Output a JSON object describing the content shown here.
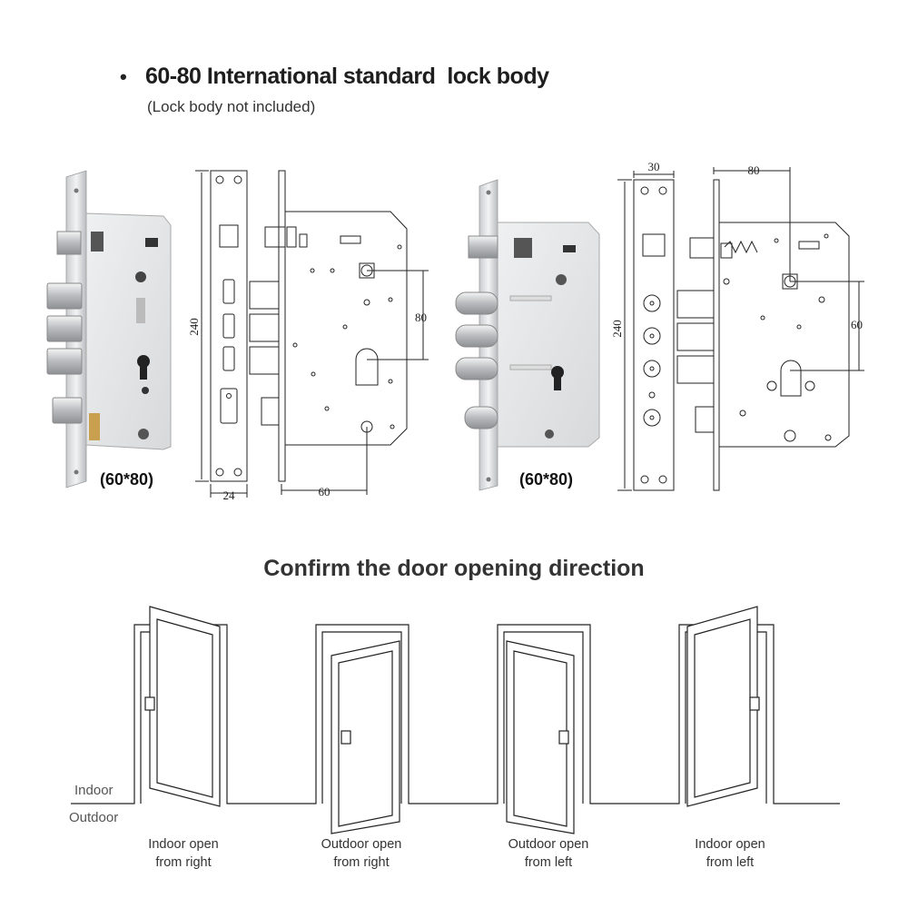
{
  "header": {
    "bullet": "•",
    "title": "60-80 International standard  lock body",
    "subtitle": "(Lock body not included)"
  },
  "lock_left": {
    "model_label": "(60*80)",
    "dims": {
      "height": "240",
      "faceplate_width": "24",
      "backset": "60",
      "center_distance": "80"
    }
  },
  "lock_right": {
    "model_label": "(60*80)",
    "dims": {
      "height": "240",
      "faceplate_width": "30",
      "top": "80",
      "center_distance": "60"
    }
  },
  "door_section": {
    "heading": "Confirm the door opening direction",
    "indoor_label": "Indoor",
    "outdoor_label": "Outdoor",
    "doors": [
      {
        "line1": "Indoor open",
        "line2": "from right"
      },
      {
        "line1": "Outdoor open",
        "line2": "from right"
      },
      {
        "line1": "Outdoor open",
        "line2": "from left"
      },
      {
        "line1": "Indoor open",
        "line2": "from left"
      }
    ]
  },
  "colors": {
    "steel_light": "#e2e4e6",
    "steel_dark": "#9a9da0",
    "line": "#222222"
  }
}
